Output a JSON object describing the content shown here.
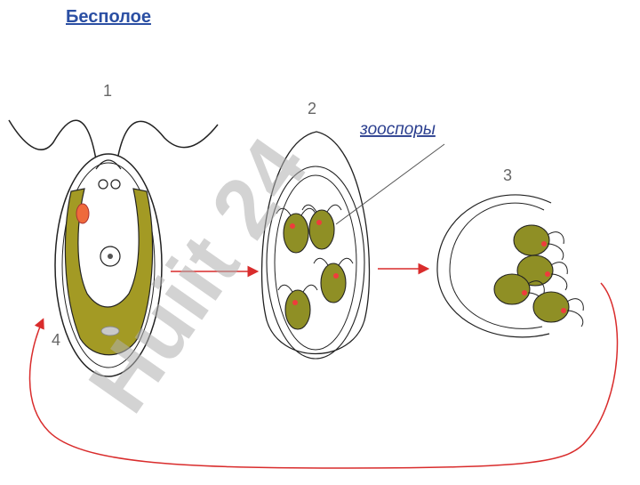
{
  "title": "Бесполое",
  "labels": {
    "stage1": "1",
    "stage2": "2",
    "stage3": "3",
    "stage4": "4",
    "zoospores": "зооспоры"
  },
  "watermark": "Huiit 24",
  "colors": {
    "title": "#2b4fa3",
    "chloroplast": "#a39a24",
    "zoospore": "#8f8f25",
    "arrow": "#d92c2c",
    "outline": "#222222",
    "stage_label": "#666666",
    "watermark": "#b0b0b0",
    "watermark_accent": "#d8c7ef",
    "stigma": "#ef6a3c"
  }
}
